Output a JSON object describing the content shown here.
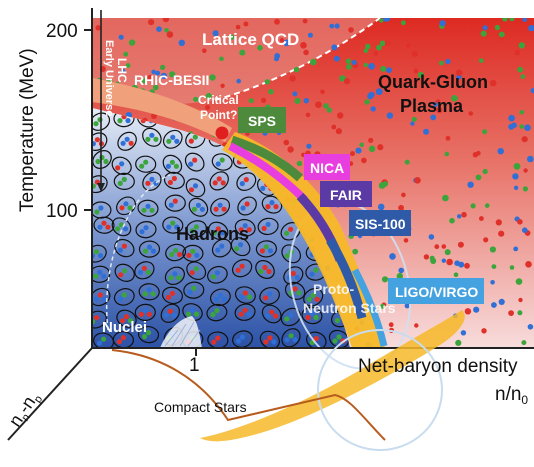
{
  "axes": {
    "y_label": "Temperature (MeV)",
    "y_ticks": [
      "200",
      "100"
    ],
    "x_label_line1": "Net-baryon density",
    "x_label_line2": "n/n",
    "x_label_sub": "0",
    "x_tick": "1",
    "z_label_base": "n",
    "z_label_sub1": "n",
    "z_label_mid": "-n",
    "z_label_sub2": "p"
  },
  "regions": {
    "lattice": "Lattice QCD",
    "qgp_line1": "Quark-Gluon",
    "qgp_line2": "Plasma",
    "hadrons": "Hadrons",
    "nuclei": "Nuclei",
    "protoneutron_line1": "Proto-",
    "protoneutron_line2": "Neutron Stars",
    "compact_stars": "Compact Stars",
    "critical_line1": "Critical",
    "critical_line2": "Point?",
    "lhc_line1": "LHC",
    "lhc_line2": "Early Universe"
  },
  "experiments": {
    "rhic": "RHIC-BESII",
    "sps": "SPS",
    "nica": "NICA",
    "fair": "FAIR",
    "sis": "SIS-100",
    "ligo": "LIGO/VIRGO"
  },
  "colors": {
    "qgp_red": "#d9302a",
    "hadron_blue": "#3a63b4",
    "orange_band": "#f6b828",
    "rhic": "#f0a07a",
    "sps": "#4d8a3c",
    "nica": "#e83ee0",
    "fair": "#5b3aa6",
    "sis": "#2e5aa8",
    "ligo": "#45a2e0",
    "critical_point": "#e02020",
    "compact_line": "#b85c1e"
  }
}
